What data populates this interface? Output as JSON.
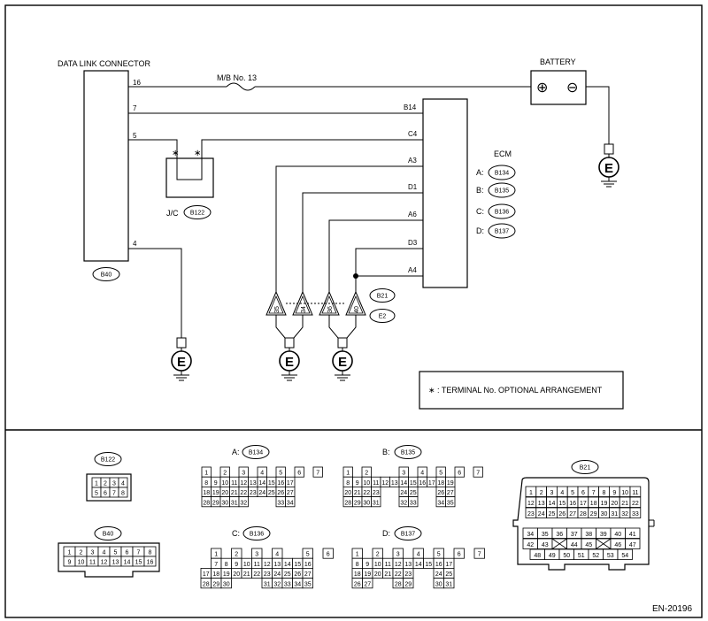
{
  "labels": {
    "dlc": "DATA LINK CONNECTOR",
    "battery": "BATTERY",
    "fuse": "M/B No. 13",
    "ecm": "ECM",
    "jc": "J/C",
    "note": "∗ : TERMINAL No. OPTIONAL ARRANGEMENT",
    "docid": "EN-20196",
    "ground": "E",
    "star": "∗",
    "plus": "⊕",
    "minus": "⊖"
  },
  "dlc_pins": {
    "p16": "16",
    "p7": "7",
    "p5": "5",
    "p4": "4"
  },
  "ecm_pins": {
    "b14": "B14",
    "c4": "C4",
    "a3": "A3",
    "d1": "D1",
    "a6": "A6",
    "d3": "D3",
    "a4": "A4"
  },
  "ecm_connectors": [
    {
      "letter": "A:",
      "code": "B134"
    },
    {
      "letter": "B:",
      "code": "B135"
    },
    {
      "letter": "C:",
      "code": "B136"
    },
    {
      "letter": "D:",
      "code": "B137"
    }
  ],
  "connector_codes": {
    "b40": "B40",
    "b122": "B122",
    "b21": "B21",
    "e2": "E2"
  },
  "joint_pins": [
    "35",
    "34",
    "36",
    "40"
  ],
  "connector_views": {
    "b122": {
      "title": "B122",
      "rows": [
        [
          "1",
          "2",
          "3",
          "4"
        ],
        [
          "5",
          "6",
          "7",
          "8"
        ]
      ]
    },
    "b40": {
      "title": "B40",
      "rows": [
        [
          "1",
          "2",
          "3",
          "4",
          "5",
          "6",
          "7",
          "8"
        ],
        [
          "9",
          "10",
          "11",
          "12",
          "13",
          "14",
          "15",
          "16"
        ]
      ]
    },
    "a": {
      "prefix": "A:",
      "title": "B134",
      "rows": [
        [
          "1",
          "",
          "2",
          "",
          "3",
          "",
          "4",
          "",
          "5",
          "",
          "6",
          "",
          "7"
        ],
        [
          "8",
          "9",
          "10",
          "11",
          "12",
          "13",
          "14",
          "15",
          "16",
          "17"
        ],
        [
          "18",
          "19",
          "20",
          "21",
          "22",
          "23",
          "24",
          "25",
          "26",
          "27"
        ],
        [
          "28",
          "29",
          "30",
          "31",
          "32",
          "",
          "",
          "",
          "33",
          "34"
        ]
      ]
    },
    "b": {
      "prefix": "B:",
      "title": "B135",
      "rows": [
        [
          "1",
          "",
          "2",
          "",
          "",
          "",
          "3",
          "",
          "4",
          "",
          "5",
          "",
          "6",
          "",
          "7"
        ],
        [
          "8",
          "9",
          "10",
          "11",
          "12",
          "13",
          "14",
          "15",
          "16",
          "17",
          "18",
          "19"
        ],
        [
          "20",
          "21",
          "22",
          "23",
          "",
          "",
          "24",
          "25",
          "",
          "",
          "26",
          "27"
        ],
        [
          "28",
          "29",
          "30",
          "31",
          "",
          "",
          "32",
          "33",
          "",
          "",
          "34",
          "35"
        ]
      ]
    },
    "c": {
      "prefix": "C:",
      "title": "B136",
      "rows": [
        [
          "",
          "1",
          "",
          "2",
          "",
          "3",
          "",
          "4",
          "",
          "",
          "5",
          "",
          "6"
        ],
        [
          "",
          "7",
          "8",
          "9",
          "10",
          "11",
          "12",
          "13",
          "14",
          "15",
          "16"
        ],
        [
          "17",
          "18",
          "19",
          "20",
          "21",
          "22",
          "23",
          "24",
          "25",
          "26",
          "27"
        ],
        [
          "28",
          "29",
          "30",
          "",
          "",
          "",
          "31",
          "32",
          "33",
          "34",
          "35"
        ]
      ]
    },
    "d": {
      "prefix": "D:",
      "title": "B137",
      "rows": [
        [
          "1",
          "",
          "2",
          "",
          "3",
          "",
          "4",
          "",
          "5",
          "",
          "6",
          "",
          "7"
        ],
        [
          "8",
          "9",
          "10",
          "11",
          "12",
          "13",
          "14",
          "15",
          "16",
          "17"
        ],
        [
          "18",
          "19",
          "20",
          "21",
          "22",
          "23",
          "",
          "",
          "24",
          "25"
        ],
        [
          "26",
          "27",
          "",
          "",
          "28",
          "29",
          "",
          "",
          "30",
          "31"
        ]
      ]
    },
    "b21": {
      "title": "B21",
      "rows": [
        [
          "1",
          "2",
          "3",
          "4",
          "5",
          "6",
          "7",
          "8",
          "9",
          "10",
          "11"
        ],
        [
          "12",
          "13",
          "14",
          "15",
          "16",
          "17",
          "18",
          "19",
          "20",
          "21",
          "22"
        ],
        [
          "23",
          "24",
          "25",
          "26",
          "27",
          "28",
          "29",
          "30",
          "31",
          "32",
          "33"
        ],
        [
          "34",
          "35",
          "36",
          "37",
          "38",
          "39",
          "40",
          "41"
        ],
        [
          "42",
          "43",
          "X",
          "44",
          "45",
          "X",
          "46",
          "47"
        ],
        [
          "48",
          "49",
          "50",
          "51",
          "52",
          "53",
          "54"
        ]
      ]
    }
  }
}
